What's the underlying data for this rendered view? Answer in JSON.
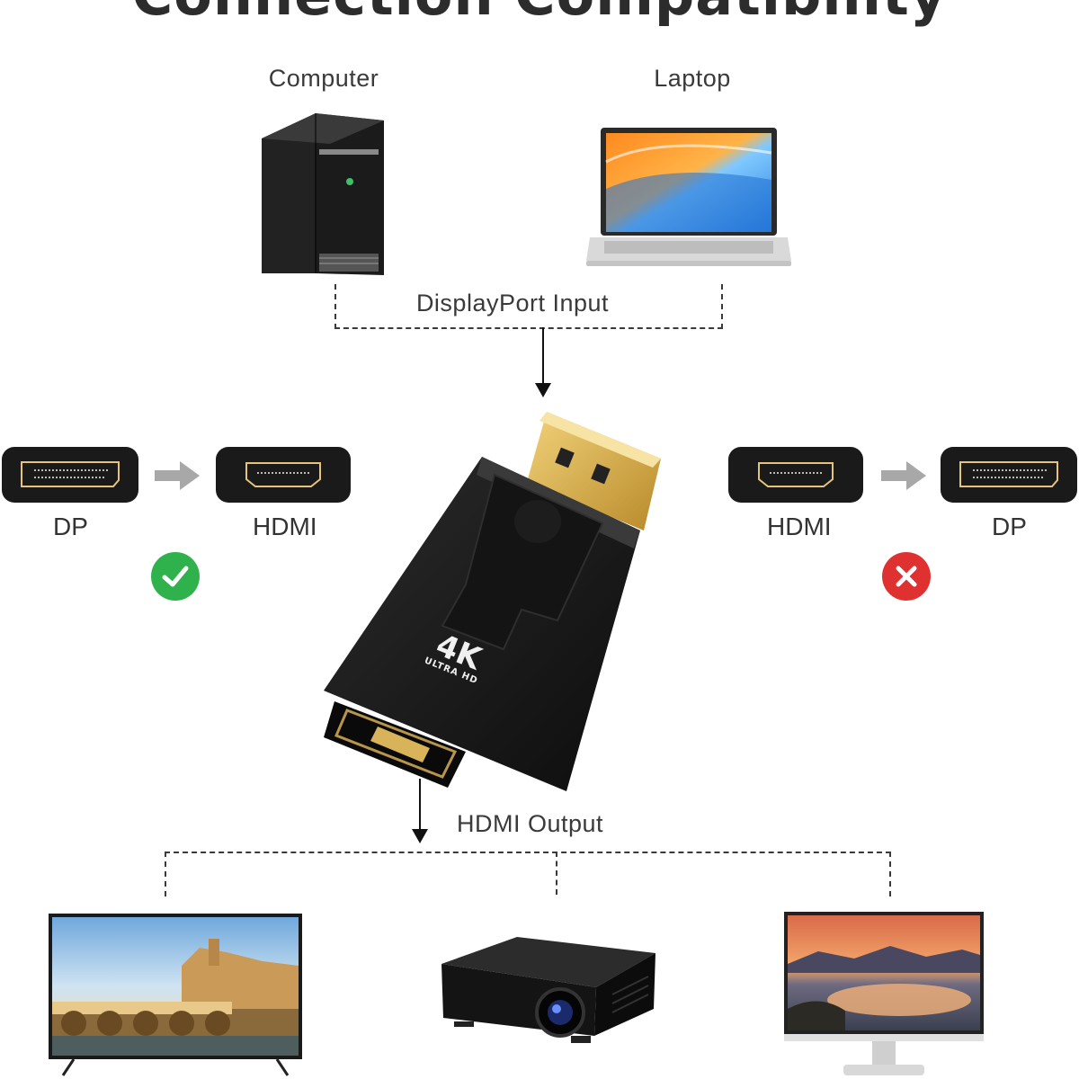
{
  "page": {
    "title": "Connection Compatibility"
  },
  "inputs": {
    "computer_label": "Computer",
    "laptop_label": "Laptop",
    "connection_label": "DisplayPort  Input"
  },
  "output": {
    "connection_label": "HDMI  Output"
  },
  "compatibility": {
    "left": {
      "from_label": "DP",
      "to_label": "HDMI",
      "status": "supported",
      "status_color": "#2fb24c",
      "status_icon": "check-icon"
    },
    "right": {
      "from_label": "HDMI",
      "to_label": "DP",
      "status": "not-supported",
      "status_color": "#e03131",
      "status_icon": "cross-icon"
    }
  },
  "adapter": {
    "badge_main": "4K",
    "badge_sub": "ULTRA HD"
  }
}
